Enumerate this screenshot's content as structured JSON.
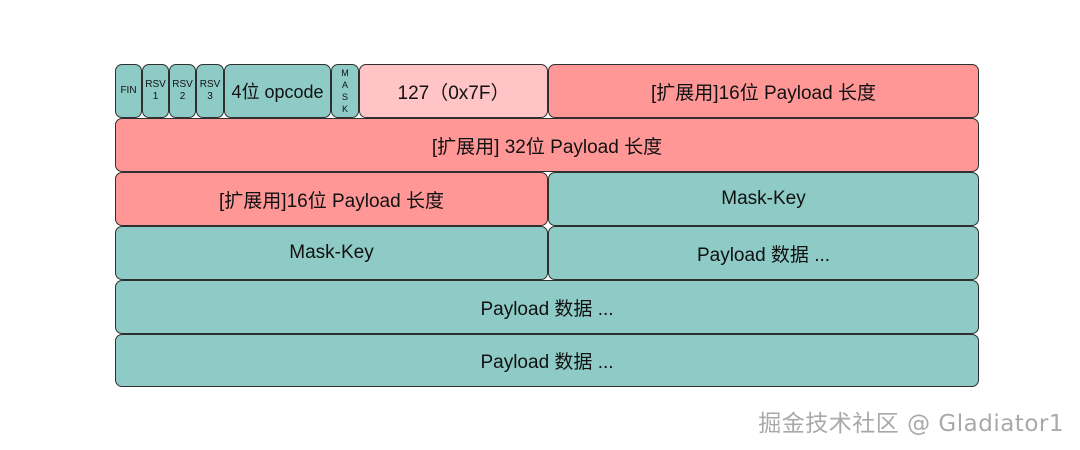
{
  "row1": {
    "fin": "FIN",
    "rsv1": "RSV\n1",
    "rsv2": "RSV\n2",
    "rsv3": "RSV\n3",
    "opcode": "4位 opcode",
    "mask": "M\nA\nS\nK",
    "len127": "127（0x7F）",
    "ext16": "[扩展用]16位 Payload 长度"
  },
  "row2": {
    "ext32": "[扩展用] 32位 Payload 长度"
  },
  "row3": {
    "ext16": "[扩展用]16位 Payload 长度",
    "mask_key": "Mask-Key"
  },
  "row4": {
    "mask_key": "Mask-Key",
    "payload": "Payload 数据 ..."
  },
  "row5": {
    "payload": "Payload 数据 ..."
  },
  "row6": {
    "payload": "Payload 数据 ..."
  },
  "watermark": "掘金技术社区 @ Gladiator1",
  "colors": {
    "teal": "#8ecbc6",
    "red": "#ff9797",
    "pink": "#ffc4c6",
    "border": "#2f2f2f"
  }
}
